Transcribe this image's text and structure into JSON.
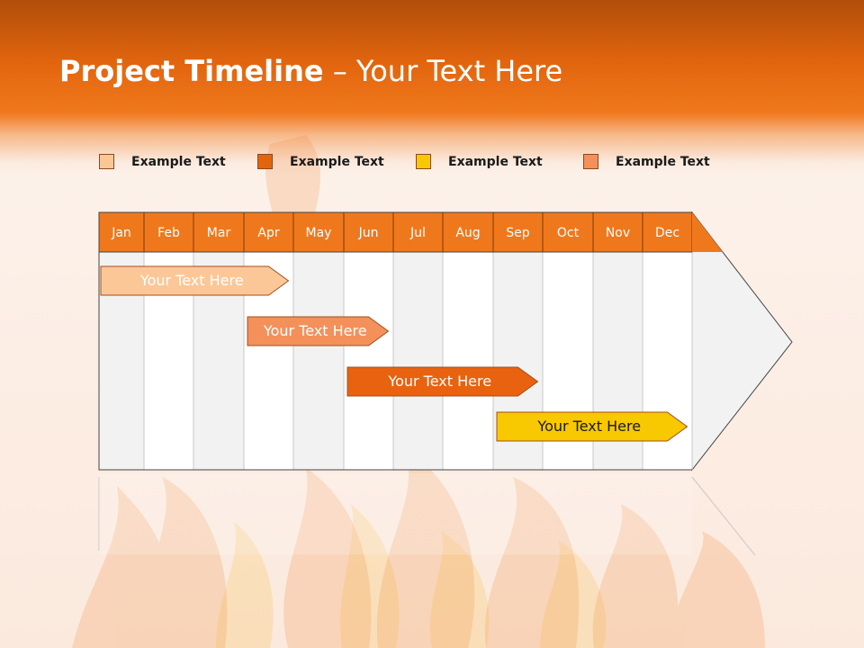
{
  "title": {
    "bold": "Project Timeline",
    "rest": " – Your Text Here"
  },
  "legend": [
    {
      "label": "Example Text",
      "color": "#fcc797"
    },
    {
      "label": "Example Text",
      "color": "#e2650e"
    },
    {
      "label": "Example Text",
      "color": "#f8c800"
    },
    {
      "label": "Example Text",
      "color": "#f4905a"
    }
  ],
  "months": [
    "Jan",
    "Feb",
    "Mar",
    "Apr",
    "May",
    "Jun",
    "Jul",
    "Aug",
    "Sep",
    "Oct",
    "Nov",
    "Dec"
  ],
  "tasks": [
    {
      "label": "Your  Text Here",
      "start_month": "Jan",
      "end_month": "Apr",
      "color": "#fcc797",
      "text_color": "#ffffff"
    },
    {
      "label": "Your  Text Here",
      "start_month": "Apr",
      "end_month": "Jun",
      "color": "#f4905a",
      "text_color": "#ffffff"
    },
    {
      "label": "Your  Text Here",
      "start_month": "Jun",
      "end_month": "Sep",
      "color": "#e8620f",
      "text_color": "#ffffff"
    },
    {
      "label": "Your  Text Here",
      "start_month": "Sep",
      "end_month": "Dec",
      "color": "#f8c800",
      "text_color": "#1a1a1a"
    }
  ],
  "colors": {
    "header": "#e2650e",
    "month_bar": "#f0781c"
  }
}
